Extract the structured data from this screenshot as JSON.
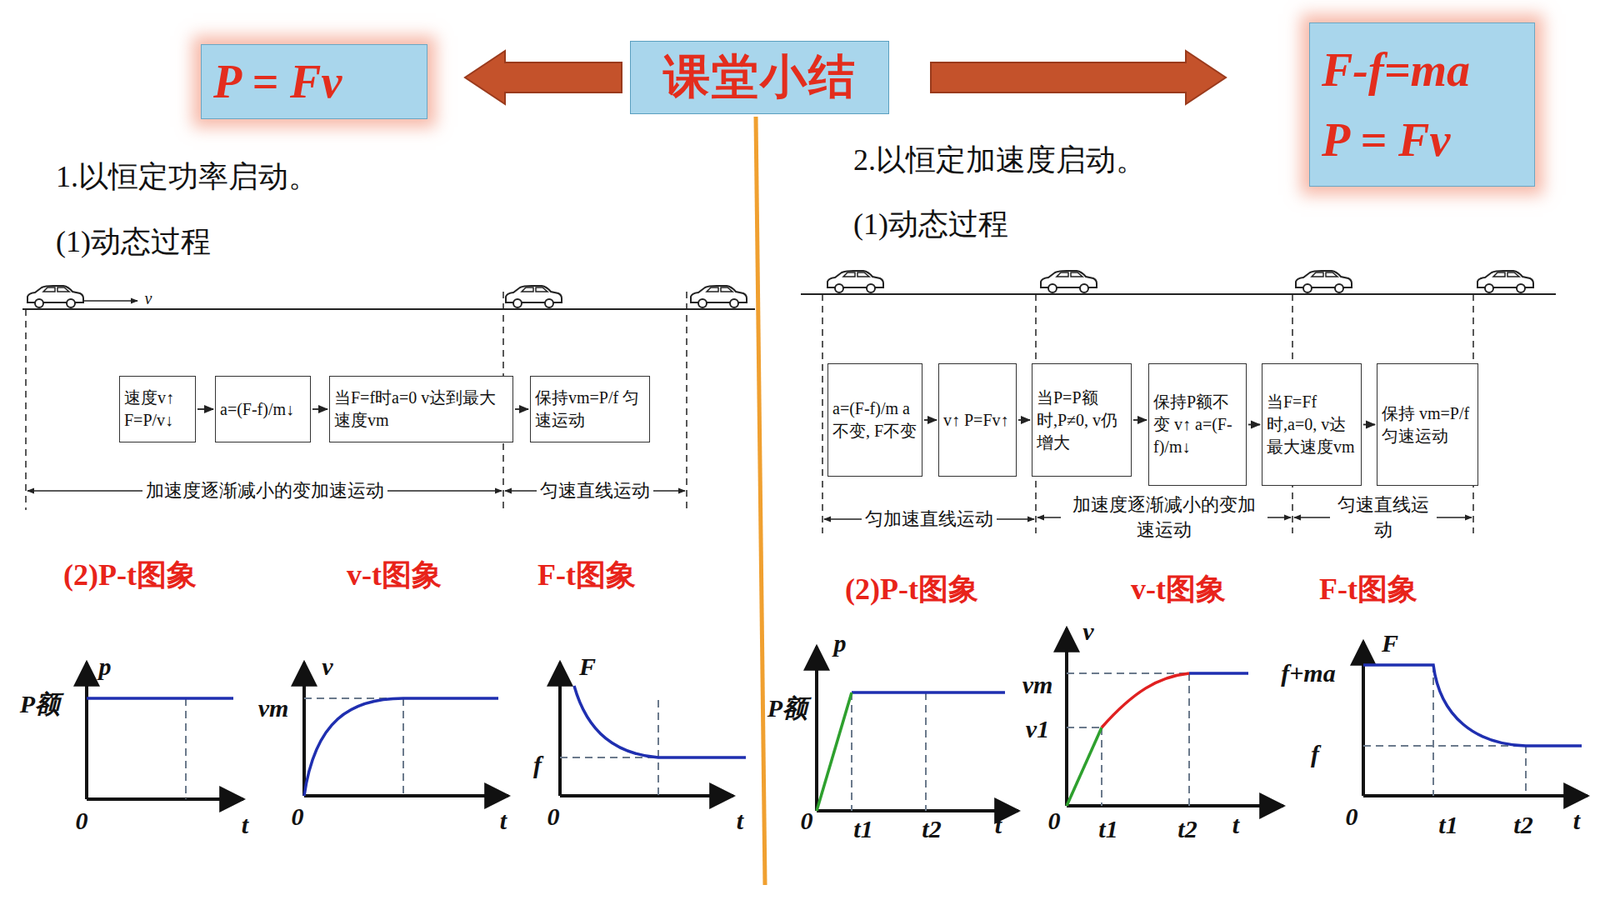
{
  "diagram": {
    "nodes": [
      {
        "text": [
          "课堂小结"
        ]
      },
      {
        "text": [
          "P = Fv"
        ]
      },
      {
        "text": [
          "F-f=ma",
          "P = Fv"
        ]
      },
      {
        "text": [
          "速度v↑ F=P/v↓"
        ]
      },
      {
        "text": [
          "a=(F-f)/m↓"
        ]
      },
      {
        "text": [
          "当F=f时a=0 v达到最大速度vm"
        ]
      },
      {
        "text": [
          "保持vm=P/f 匀速运动"
        ]
      },
      {
        "text": [
          "a=(F-f)/m a不变, F不变"
        ]
      },
      {
        "text": [
          "v↑ P=Fv↑"
        ]
      },
      {
        "text": [
          "当P=P额时,P≠0, v仍增大"
        ]
      },
      {
        "text": [
          "保持P额不变 v↑ a=(F-f)/m↓"
        ]
      },
      {
        "text": [
          "当F=Ff时,a=0, v达最大速度vm"
        ]
      },
      {
        "text": [
          "保持 vm=P/f 匀速运动"
        ]
      }
    ],
    "edges": [
      {
        "from": 0,
        "to": 1,
        "arrow": "to"
      },
      {
        "from": 0,
        "to": 2,
        "arrow": "to"
      },
      {
        "from": 3,
        "to": 4,
        "arrow": "to"
      },
      {
        "from": 4,
        "to": 5,
        "arrow": "to"
      },
      {
        "from": 5,
        "to": 6,
        "arrow": "to"
      },
      {
        "from": 7,
        "to": 8,
        "arrow": "to"
      },
      {
        "from": 8,
        "to": 9,
        "arrow": "to"
      },
      {
        "from": 9,
        "to": 10,
        "arrow": "to"
      },
      {
        "from": 10,
        "to": 11,
        "arrow": "to"
      },
      {
        "from": 11,
        "to": 12,
        "arrow": "to"
      }
    ],
    "labels": [
      "1.以恒定功率启动。",
      "(1)动态过程",
      "v",
      "加速度逐渐减小的变加速运动",
      "匀速直线运动",
      "(2)P-t图象",
      "v-t图象",
      "F-t图象",
      "p",
      "P额",
      "0",
      "t",
      "v",
      "vm",
      "0",
      "t",
      "F",
      "f",
      "0",
      "t",
      "2.以恒定加速度启动。",
      "(1)动态过程",
      "匀加速直线运动",
      "加速度逐渐减小的变加速运动",
      "匀速直线运动",
      "(2)P-t图象",
      "v-t图象",
      "F-t图象",
      "p",
      "P额",
      "0",
      "t1",
      "t2",
      "t",
      "v",
      "vm",
      "v1",
      "0",
      "t1",
      "t2",
      "t",
      "F",
      "f+ma",
      "f",
      "0",
      "t1",
      "t2",
      "t"
    ]
  }
}
